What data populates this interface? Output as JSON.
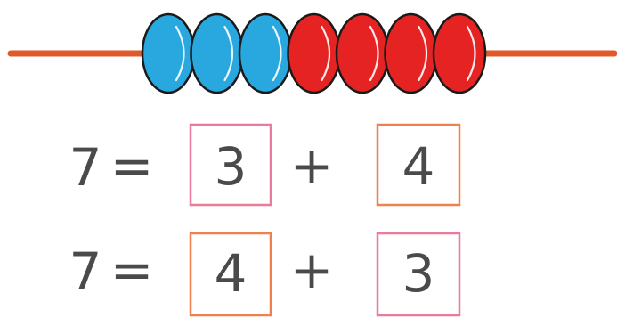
{
  "abacus": {
    "rod_color": "#e0592a",
    "beads": [
      {
        "color": "blue"
      },
      {
        "color": "blue"
      },
      {
        "color": "blue"
      },
      {
        "color": "red"
      },
      {
        "color": "red"
      },
      {
        "color": "red"
      },
      {
        "color": "red"
      }
    ],
    "colors": {
      "blue": "#29a8e0",
      "red": "#e62323"
    }
  },
  "equations": [
    {
      "total": "7",
      "equals": "=",
      "plus": "+",
      "addend1": {
        "value": "3",
        "box_color": "#ec7a9a"
      },
      "addend2": {
        "value": "4",
        "box_color": "#f0814e"
      }
    },
    {
      "total": "7",
      "equals": "=",
      "plus": "+",
      "addend1": {
        "value": "4",
        "box_color": "#f0814e"
      },
      "addend2": {
        "value": "3",
        "box_color": "#ec7a9a"
      }
    }
  ]
}
